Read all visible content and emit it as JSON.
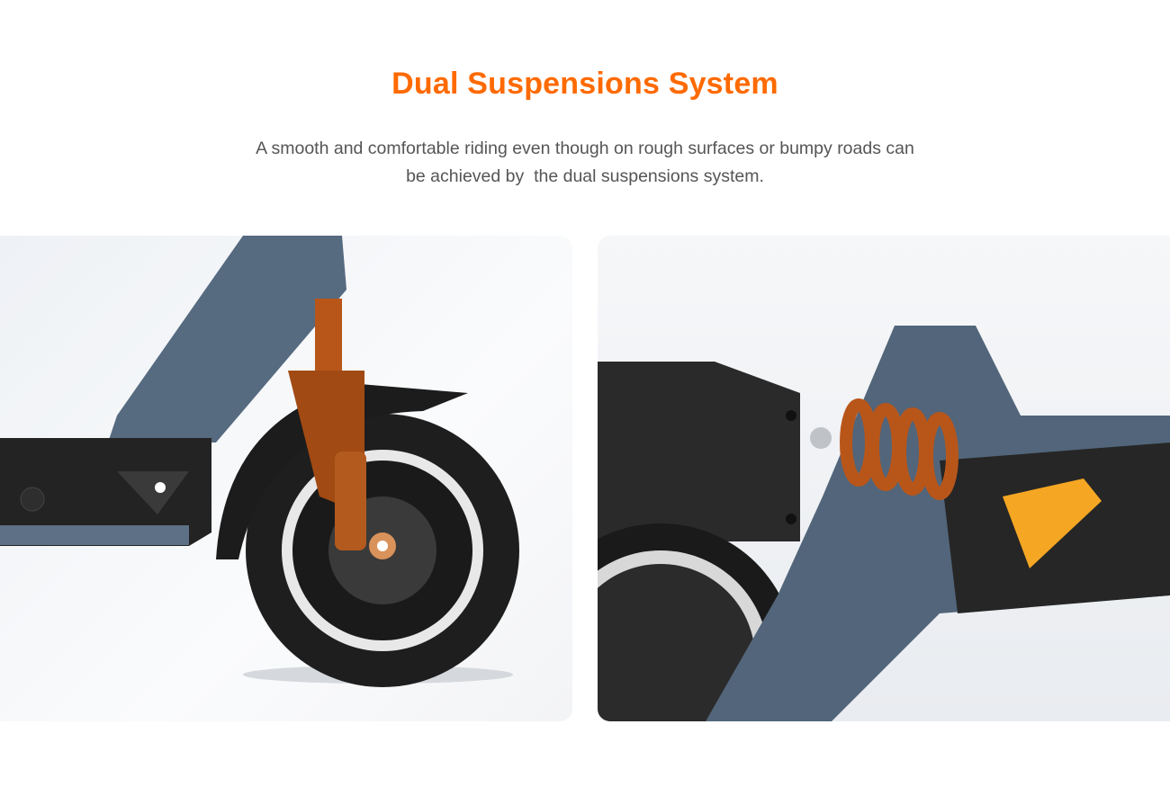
{
  "section": {
    "title": "Dual Suspensions System",
    "description": "A smooth and comfortable riding even though on rough surfaces or bumpy roads can\nbe achieved by  the dual suspensions system."
  },
  "images": [
    {
      "name": "front-suspension-image"
    },
    {
      "name": "rear-suspension-image"
    }
  ],
  "colors": {
    "accent": "#ff6a00",
    "frame": "#52657a",
    "spring": "#b8561a",
    "indicator": "#f5a623"
  }
}
